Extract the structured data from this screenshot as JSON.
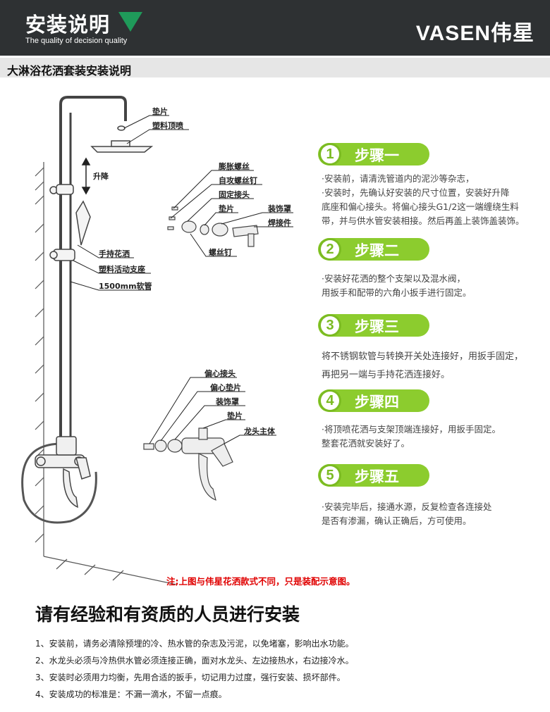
{
  "header": {
    "title": "安装说明",
    "subtitle": "The quality of decision quality",
    "brand": "VASEN伟星"
  },
  "page_title": "大淋浴花洒套装安装说明",
  "diagram_labels": {
    "gasket_top": "垫片",
    "plastic_top_spray": "塑料顶喷",
    "lift": "升降",
    "expansion_screw": "膨胀螺丝",
    "self_tapping_screw": "自攻螺丝钉",
    "fixed_joint": "固定接头",
    "gasket_mid": "垫片",
    "decor_cover": "装饰罩",
    "weld_part": "焊接件",
    "screw": "螺丝钉",
    "hand_shower": "手持花洒",
    "plastic_slide_seat": "塑料活动支座",
    "hose": "1500mm软管",
    "eccentric_joint": "偏心接头",
    "eccentric_gasket": "偏心垫片",
    "decor_cover_2": "装饰罩",
    "gasket_low": "垫片",
    "faucet_body": "龙头主体"
  },
  "steps": [
    {
      "num": "1",
      "label": "步骤一",
      "text": [
        "·安装前，请清洗管道内的泥沙等杂志，",
        "·安装时，先确认好安装的尺寸位置，安装好升降",
        "底座和偏心接头。将偏心接头G1/2这一端缠绕生料",
        "带，并与供水管安装相接。然后再盖上装饰盖装饰。"
      ]
    },
    {
      "num": "2",
      "label": "步骤二",
      "text": [
        "·安装好花洒的整个支架以及混水阀，",
        " 用扳手和配带的六角小扳手进行固定。"
      ]
    },
    {
      "num": "3",
      "label": "步骤三",
      "text": [
        "将不锈钢软管与转换开关处连接好，用扳手固定，",
        "再把另一端与手持花洒连接好。"
      ]
    },
    {
      "num": "4",
      "label": "步骤四",
      "text": [
        "·将顶喷花洒与支架顶端连接好，用扳手固定。",
        "整套花洒就安装好了。"
      ]
    },
    {
      "num": "5",
      "label": "步骤五",
      "text": [
        "·安装完毕后，接通水源，反复检查各连接处",
        "是否有渗漏，确认正确后，方可使用。"
      ]
    }
  ],
  "note": "注;上图与伟星花洒款式不同，只是装配示意图。",
  "notice_title": "请有经验和有资质的人员进行安装",
  "rules": [
    "1、安装前，请务必清除预埋的冷、热水管的杂志及污泥，以免堵塞，影响出水功能。",
    "2、水龙头必须与冷热供水管必须连接正确，面对水龙头、左边接热水，右边接冷水。",
    "3、安装时必须用力均衡，先用合适的扳手，切记用力过度，强行安装、损坏部件。",
    "4、安装成功的标准是：不漏一滴水，不留一点痕。"
  ],
  "colors": {
    "header_bg": "#2e3133",
    "step_green": "#8ccc2e",
    "logo_green": "#1f9a5a",
    "note_red": "#e00000"
  }
}
